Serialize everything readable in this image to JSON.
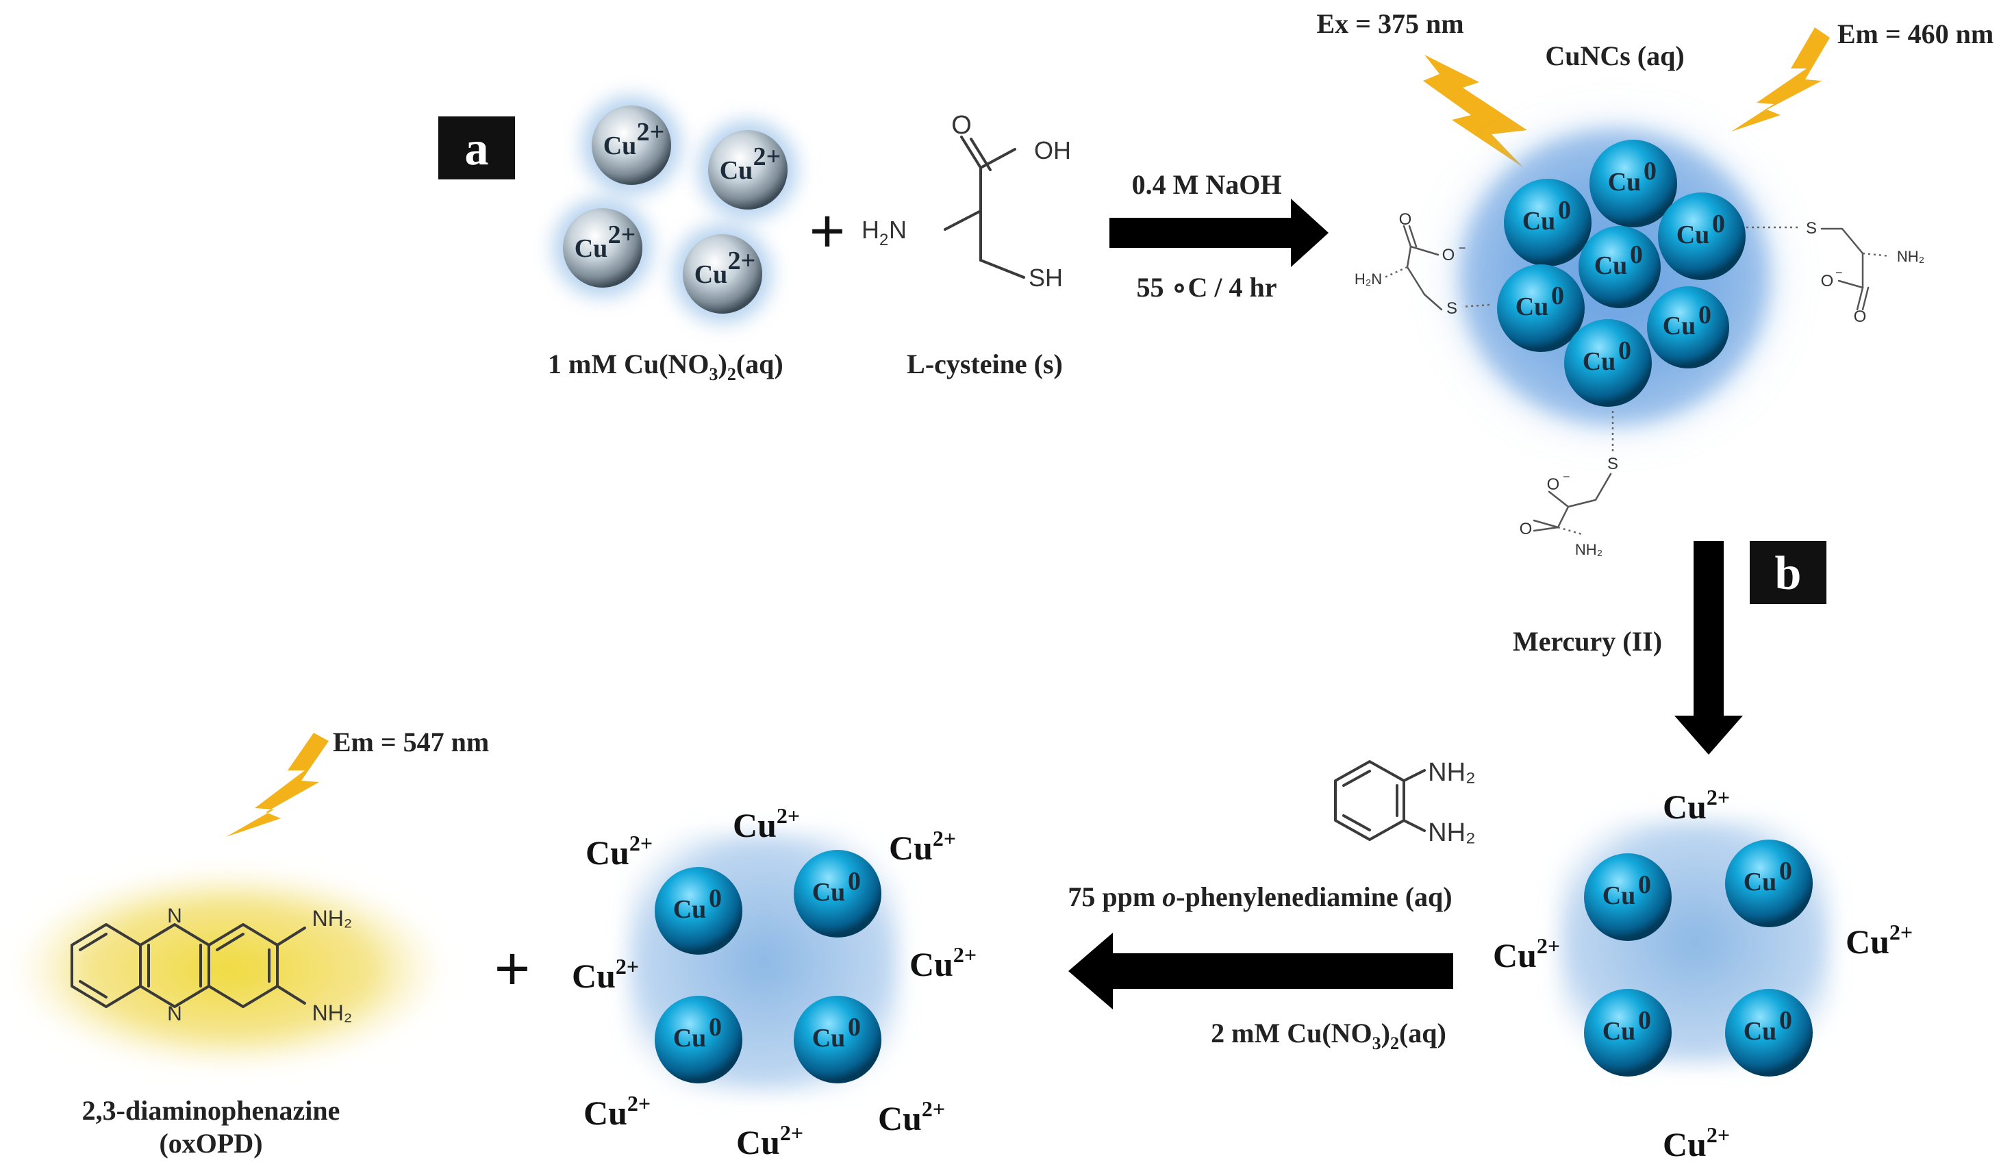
{
  "panels": {
    "a": "a",
    "b": "b"
  },
  "step_a": {
    "reactant1_ion": "Cu",
    "reactant1_charge": "2+",
    "reactant1_label_prefix": "1 mM Cu(NO",
    "reactant1_label_sub3": "3",
    "reactant1_label_mid": ")",
    "reactant1_label_sub2": "2",
    "reactant1_label_suffix": "(aq)",
    "reactant2_label": "L-cysteine (s)",
    "reactant2_oh": "OH",
    "reactant2_o": "O",
    "reactant2_nh2": "H",
    "reactant2_nh2_sub": "2",
    "reactant2_n": "N",
    "reactant2_sh": "SH",
    "plus": "+",
    "condition_top": "0.4 M NaOH",
    "condition_bottom": "55 ∘C / 4 hr"
  },
  "cuncs": {
    "title": "CuNCs (aq)",
    "excitation": "Ex = 375 nm",
    "emission": "Em = 460 nm",
    "core_ion": "Cu",
    "core_charge": "0",
    "ligand_s": "S",
    "ligand_o": "O",
    "ligand_o_minus": "O",
    "ligand_minus": "−",
    "ligand_h2n": "H₂N",
    "ligand_nh2": "NH₂"
  },
  "step_b": {
    "reagent": "Mercury (II)",
    "free_ion": "Cu",
    "free_charge": "2+"
  },
  "step_c": {
    "reagent_label_prefix": "75 ppm ",
    "reagent_label_italic": "o",
    "reagent_label_suffix": "-phenylenediamine (aq)",
    "reagent_nh2": "NH₂",
    "cond_prefix": "2 mM Cu(NO",
    "cond_sub3": "3",
    "cond_mid": ")",
    "cond_sub2": "2",
    "cond_suffix": "(aq)"
  },
  "product": {
    "emission": "Em = 547 nm",
    "name": "2,3-diaminophenazine",
    "abbr": "(oxOPD)",
    "n_atom": "N",
    "nh2": "NH₂",
    "plus": "+"
  },
  "colors": {
    "sphere_light": "#c8d6e0",
    "sphere_blue": "#0fa3d8",
    "glow_blue": "#6ea9e0",
    "bolt": "#f3b21a",
    "product_glow": "#f2df55",
    "arrow": "#000000"
  }
}
